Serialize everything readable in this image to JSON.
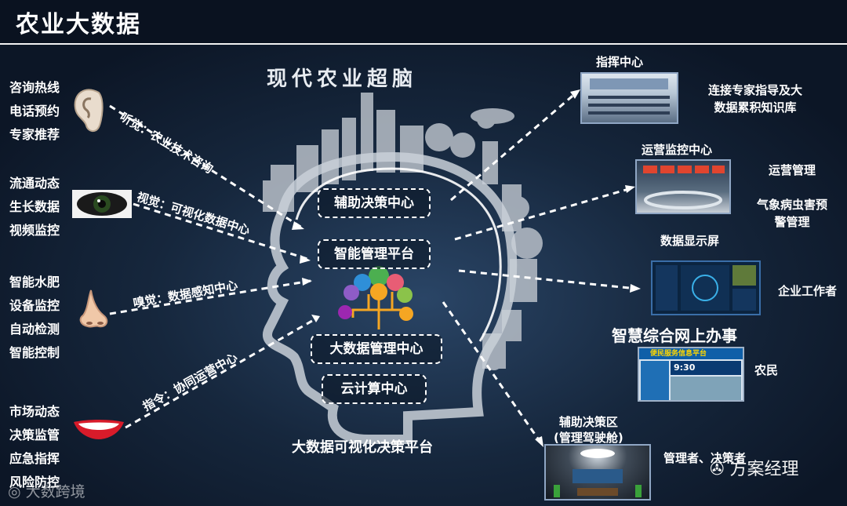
{
  "header": {
    "title": "农业大数据"
  },
  "brain": {
    "title": "现代农业超脑",
    "bottom_caption": "大数据可视化决策平台"
  },
  "center_boxes": [
    {
      "label": "辅助决策中心"
    },
    {
      "label": "智能管理平台"
    },
    {
      "label": "大数据管理中心"
    },
    {
      "label": "云计算中心"
    }
  ],
  "senses": [
    {
      "icon": "ear-icon",
      "items": [
        "咨询热线",
        "电话预约",
        "专家推荐"
      ],
      "arrow_label": "听觉：农业技术咨询"
    },
    {
      "icon": "eye-camera-icon",
      "items": [
        "流通动态",
        "生长数据",
        "视频监控"
      ],
      "arrow_label": "视觉：可视化数据中心"
    },
    {
      "icon": "nose-icon",
      "items": [
        "智能水肥",
        "设备监控",
        "自动检测",
        "智能控制"
      ],
      "arrow_label": "嗅觉：数据感知中心"
    },
    {
      "icon": "mouth-icon",
      "items": [
        "市场动态",
        "决策监管",
        "应急指挥",
        "风险防控"
      ],
      "arrow_label": "指令：协同运营中心"
    }
  ],
  "outputs": [
    {
      "title": "指挥中心",
      "desc": "连接专家指导及大\n数据累积知识库"
    },
    {
      "title": "运营监控中心",
      "desc": "运营管理\n\n气象病虫害预\n警管理"
    },
    {
      "title": "数据显示屏",
      "desc": "企业工作者"
    },
    {
      "title": "智慧综合网上办事",
      "desc": "农民",
      "screen_header": "便民服务信息平台",
      "screen_time": "9:30"
    },
    {
      "title": "辅助决策区\n(管理驾驶舱)",
      "desc": "管理者、决策者"
    }
  ],
  "watermarks": {
    "left": "大数跨境",
    "right": "方案经理"
  },
  "colors": {
    "background": "#0c1626",
    "accent_green": "#4caf50",
    "accent_orange": "#f5a623",
    "accent_blue": "#2f8fd8",
    "accent_purple": "#8e5cc6"
  }
}
